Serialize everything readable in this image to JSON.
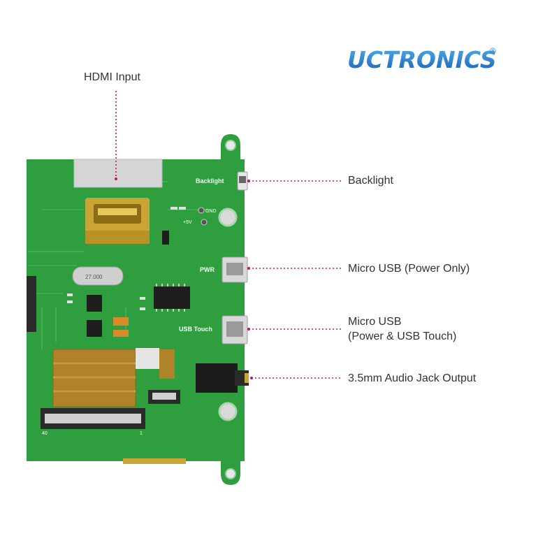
{
  "brand": {
    "logo_text": "UCTRONICS",
    "registered": "®"
  },
  "colors": {
    "pcb": "#2f9e3e",
    "leader": "#c2185b",
    "logo": "#2a7fcf"
  },
  "callouts": {
    "hdmi": "HDMI  Input",
    "backlight": "Backlight",
    "micro_usb_power": "Micro USB (Power Only)",
    "micro_usb_touch_line1": "Micro USB",
    "micro_usb_touch_line2": "(Power & USB Touch)",
    "audio": "3.5mm Audio Jack Output"
  },
  "silkscreen": {
    "backlight": "Backlight",
    "gnd": "GND",
    "plus5v": "+5V",
    "pwr": "PWR",
    "usb_touch": "USB Touch",
    "pin40": "40",
    "pin1": "1",
    "crystal": "27.000"
  }
}
